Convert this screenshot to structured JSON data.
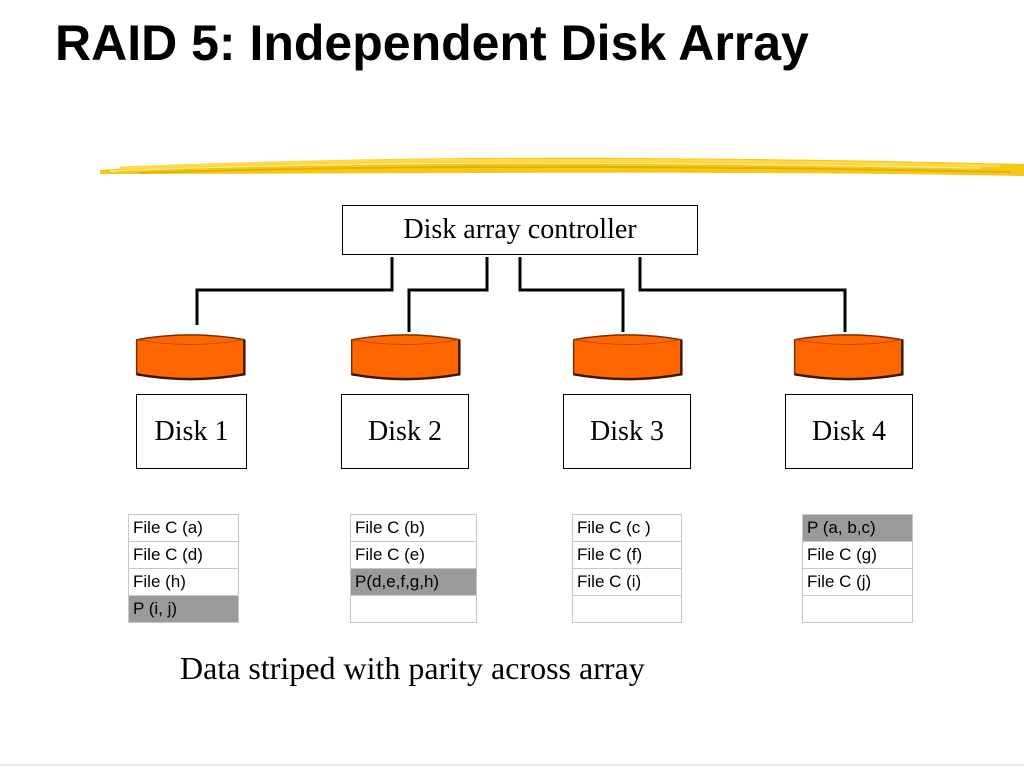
{
  "slide": {
    "title": "RAID 5: Independent Disk Array",
    "controller_label": "Disk array controller",
    "caption": "Data striped with parity across array",
    "colors": {
      "disk_fill": "#ff6600",
      "parity_cell": "#9a9a9a",
      "underline": "#f2c200"
    }
  },
  "disks": [
    {
      "label": "Disk 1",
      "cells": [
        {
          "text": "File C (a)",
          "parity": false
        },
        {
          "text": "File C (d)",
          "parity": false
        },
        {
          "text": "File (h)",
          "parity": false
        },
        {
          "text": "P (i, j)",
          "parity": true
        }
      ]
    },
    {
      "label": "Disk 2",
      "cells": [
        {
          "text": "File C (b)",
          "parity": false
        },
        {
          "text": "File C (e)",
          "parity": false
        },
        {
          "text": "P(d,e,f,g,h)",
          "parity": true
        },
        {
          "text": "",
          "parity": false
        }
      ]
    },
    {
      "label": "Disk 3",
      "cells": [
        {
          "text": "File C (c )",
          "parity": false
        },
        {
          "text": "File C (f)",
          "parity": false
        },
        {
          "text": "File C (i)",
          "parity": false
        },
        {
          "text": "",
          "parity": false
        }
      ]
    },
    {
      "label": "Disk 4",
      "cells": [
        {
          "text": "P (a, b,c)",
          "parity": true
        },
        {
          "text": "File C (g)",
          "parity": false
        },
        {
          "text": "File C (j)",
          "parity": false
        },
        {
          "text": "",
          "parity": false
        }
      ]
    }
  ]
}
